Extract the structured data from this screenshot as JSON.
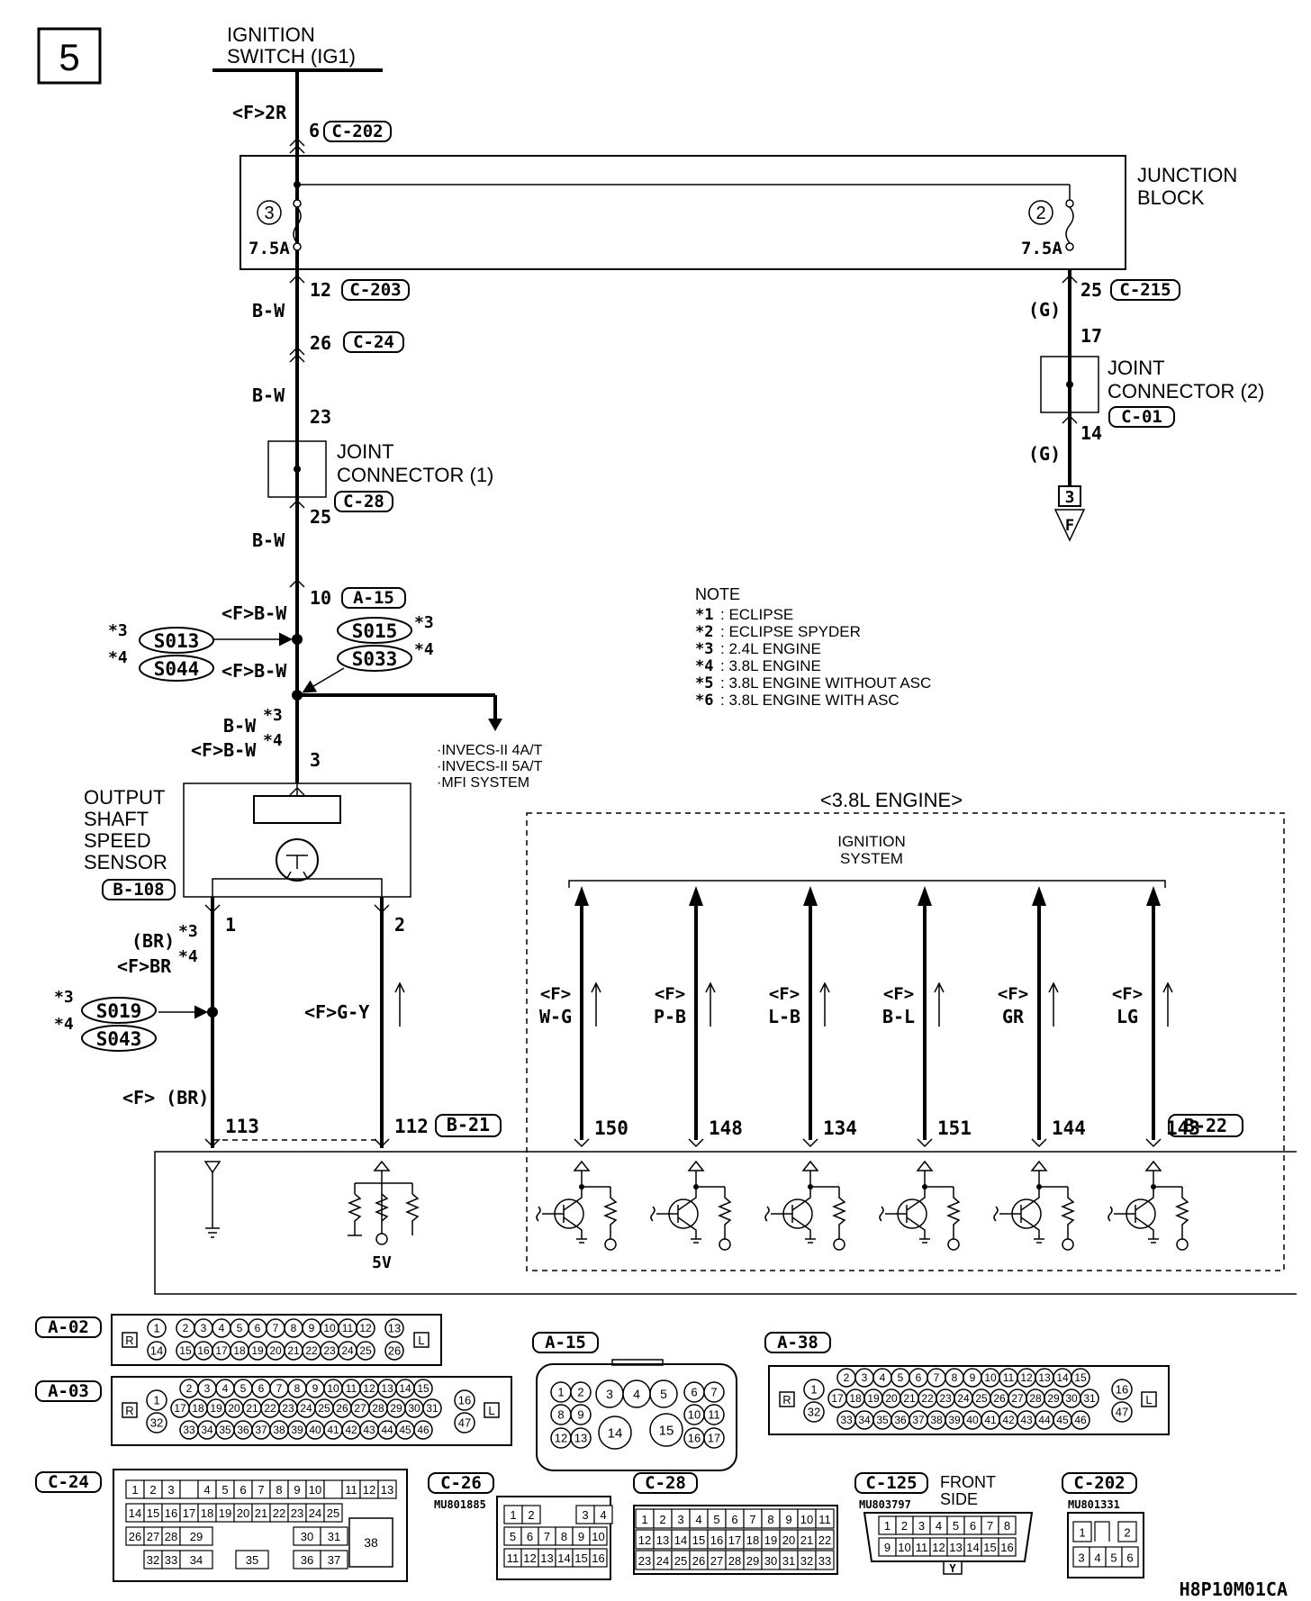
{
  "page_number": "5",
  "top_label": [
    "IGNITION",
    "SWITCH (IG1)"
  ],
  "f2r": "<F>2R",
  "c202_pin": "6",
  "c202": "C-202",
  "junction_block": [
    "JUNCTION",
    "BLOCK"
  ],
  "fuse3": "3",
  "fuse2": "2",
  "fuse_rating": "7.5A",
  "pin12": "12",
  "c203": "C-203",
  "pin25a": "25",
  "c215": "C-215",
  "bw": "B-W",
  "pin26": "26",
  "c24": "C-24",
  "g": "(G)",
  "pin17": "17",
  "jc2": [
    "JOINT",
    "CONNECTOR (2)"
  ],
  "pin14": "14",
  "c01": "C-01",
  "gnd_box": "3",
  "gnd_letter": "F",
  "pin23": "23",
  "jc1": [
    "JOINT",
    "CONNECTOR (1)"
  ],
  "pin25b": "25",
  "c28": "C-28",
  "pin10": "10",
  "a15": "A-15",
  "fbw": "<F>B-W",
  "s013": "S013",
  "s044": "S044",
  "s015": "S015",
  "s033": "S033",
  "star3": "*3",
  "star4": "*4",
  "bw3": "B-W",
  "fbw4": "<F>B-W",
  "pin3": "3",
  "destinations": [
    "·INVECS-II 4A/T",
    "·INVECS-II 5A/T",
    "·MFI SYSTEM"
  ],
  "note": {
    "title": "NOTE",
    "items": [
      {
        "k": "*1",
        "v": ": ECLIPSE"
      },
      {
        "k": "*2",
        "v": ": ECLIPSE SPYDER"
      },
      {
        "k": "*3",
        "v": ": 2.4L ENGINE"
      },
      {
        "k": "*4",
        "v": ": 3.8L ENGINE"
      },
      {
        "k": "*5",
        "v": ": 3.8L ENGINE WITHOUT ASC"
      },
      {
        "k": "*6",
        "v": ": 3.8L ENGINE WITH ASC"
      }
    ]
  },
  "engine_label": "<3.8L ENGINE>",
  "ignition_system": [
    "IGNITION",
    "SYSTEM"
  ],
  "sensor": [
    "OUTPUT",
    "SHAFT",
    "SPEED",
    "SENSOR"
  ],
  "b108": "B-108",
  "pin1": "1",
  "pin2": "2",
  "br": "(BR)",
  "fbr": "<F>BR",
  "s019": "S019",
  "s043": "S043",
  "fgy": "<F>G-Y",
  "fbr2": "<F> (BR)",
  "pin113": "113",
  "pin112": "112",
  "b21": "B-21",
  "ign_wires": [
    {
      "f": "<F>",
      "c": "W-G",
      "pin": "150"
    },
    {
      "f": "<F>",
      "c": "P-B",
      "pin": "148"
    },
    {
      "f": "<F>",
      "c": "L-B",
      "pin": "134"
    },
    {
      "f": "<F>",
      "c": "B-L",
      "pin": "151"
    },
    {
      "f": "<F>",
      "c": "GR",
      "pin": "144"
    },
    {
      "f": "<F>",
      "c": "LG",
      "pin": "143"
    }
  ],
  "b22": "B-22",
  "five_v": "5V",
  "connectors": {
    "a02": {
      "label": "A-02",
      "r": "R",
      "l": "L",
      "row1": [
        "1",
        "2",
        "3",
        "4",
        "5",
        "6",
        "7",
        "8",
        "9",
        "10",
        "11",
        "12",
        "13"
      ],
      "row2": [
        "14",
        "15",
        "16",
        "17",
        "18",
        "19",
        "20",
        "21",
        "22",
        "23",
        "24",
        "25",
        "26"
      ]
    },
    "a03": {
      "label": "A-03",
      "r": "R",
      "l": "L",
      "row1": [
        "2",
        "3",
        "4",
        "5",
        "6",
        "7",
        "8",
        "9",
        "10",
        "11",
        "12",
        "13",
        "14",
        "15"
      ],
      "row2": [
        "17",
        "18",
        "19",
        "20",
        "21",
        "22",
        "23",
        "24",
        "25",
        "26",
        "27",
        "28",
        "29",
        "30",
        "31"
      ],
      "row3": [
        "33",
        "34",
        "35",
        "36",
        "37",
        "38",
        "39",
        "40",
        "41",
        "42",
        "43",
        "44",
        "45",
        "46"
      ],
      "edge": [
        "1",
        "32",
        "16",
        "47"
      ]
    },
    "a15": {
      "label": "A-15",
      "row1": [
        "1",
        "2",
        "3",
        "4",
        "5",
        "6",
        "7"
      ],
      "row2": [
        "8",
        "9",
        "10",
        "11"
      ],
      "big": [
        "14",
        "15"
      ],
      "row3": [
        "12",
        "13",
        "16",
        "17"
      ]
    },
    "a38": {
      "label": "A-38",
      "r": "R",
      "l": "L",
      "row1": [
        "2",
        "3",
        "4",
        "5",
        "6",
        "7",
        "8",
        "9",
        "10",
        "11",
        "12",
        "13",
        "14",
        "15"
      ],
      "row2": [
        "17",
        "18",
        "19",
        "20",
        "21",
        "22",
        "23",
        "24",
        "25",
        "26",
        "27",
        "28",
        "29",
        "30",
        "31"
      ],
      "row3": [
        "33",
        "34",
        "35",
        "36",
        "37",
        "38",
        "39",
        "40",
        "41",
        "42",
        "43",
        "44",
        "45",
        "46"
      ],
      "edge": [
        "1",
        "32",
        "16",
        "47"
      ]
    },
    "c24": {
      "label": "C-24",
      "row1": [
        "1",
        "2",
        "3",
        "",
        "4",
        "5",
        "6",
        "7",
        "8",
        "9",
        "10",
        "",
        "11",
        "12",
        "13"
      ],
      "row2": [
        "14",
        "15",
        "16",
        "17",
        "18",
        "19",
        "20",
        "21",
        "22",
        "23",
        "24",
        "25"
      ],
      "row3": [
        "26",
        "27",
        "28",
        "29",
        "30",
        "31"
      ],
      "row4": [
        "32",
        "33",
        "34",
        "35",
        "36",
        "37"
      ],
      "big": "38"
    },
    "c26": {
      "label": "C-26",
      "part": "MU801885",
      "row1": [
        "1",
        "2",
        "",
        "3",
        "4"
      ],
      "row2": [
        "5",
        "6",
        "7",
        "8",
        "9",
        "10"
      ],
      "row3": [
        "11",
        "12",
        "13",
        "14",
        "15",
        "16"
      ]
    },
    "c28": {
      "label": "C-28",
      "row1": [
        "1",
        "2",
        "3",
        "4",
        "5",
        "6",
        "7",
        "8",
        "9",
        "10",
        "11"
      ],
      "row2": [
        "12",
        "13",
        "14",
        "15",
        "16",
        "17",
        "18",
        "19",
        "20",
        "21",
        "22"
      ],
      "row3": [
        "23",
        "24",
        "25",
        "26",
        "27",
        "28",
        "29",
        "30",
        "31",
        "32",
        "33"
      ]
    },
    "c125": {
      "label": "C-125",
      "part": "MU803797",
      "side": [
        "FRONT",
        "SIDE"
      ],
      "row1": [
        "1",
        "2",
        "3",
        "4",
        "5",
        "6",
        "7",
        "8"
      ],
      "row2": [
        "9",
        "10",
        "11",
        "12",
        "13",
        "14",
        "15",
        "16"
      ],
      "key": "Y"
    },
    "c202": {
      "label": "C-202",
      "part": "MU801331",
      "row1": [
        "1",
        "",
        "2"
      ],
      "row2": [
        "3",
        "4",
        "5",
        "6"
      ]
    }
  },
  "diagram_code": "H8P10M01CA"
}
